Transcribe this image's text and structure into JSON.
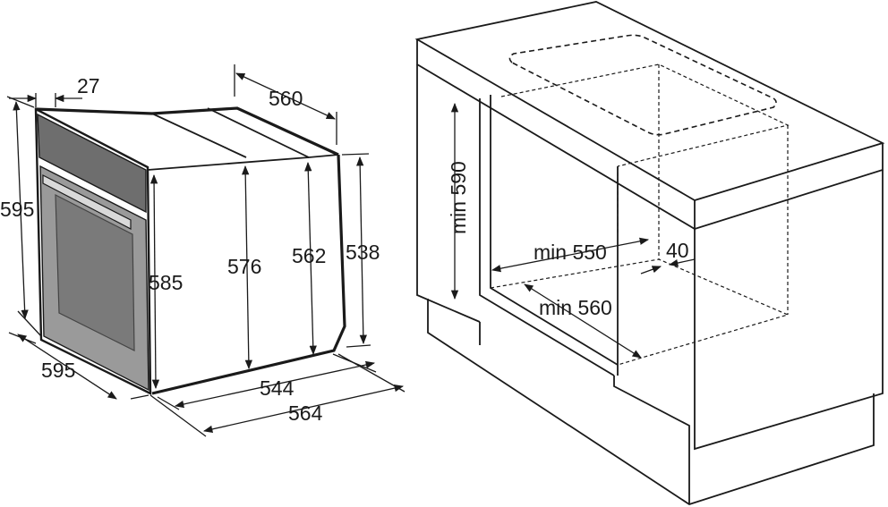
{
  "oven": {
    "dims": {
      "depth_top": "560",
      "front_thickness": "27",
      "height_total": "595",
      "height_body": "585",
      "height_inner": "576",
      "height_rear": "562",
      "height_back": "538",
      "width": "595",
      "depth_inner": "544",
      "depth_total": "564"
    }
  },
  "cabinet": {
    "dims": {
      "min_height": "min 590",
      "min_width": "min 550",
      "min_depth": "min 560",
      "gap": "40"
    }
  },
  "colors": {
    "line": "#1a1a1a",
    "door_fill": "#9a9a9a",
    "glass_fill": "#7a7a7a",
    "panel_fill": "#6e6e6e",
    "background": "#ffffff"
  }
}
